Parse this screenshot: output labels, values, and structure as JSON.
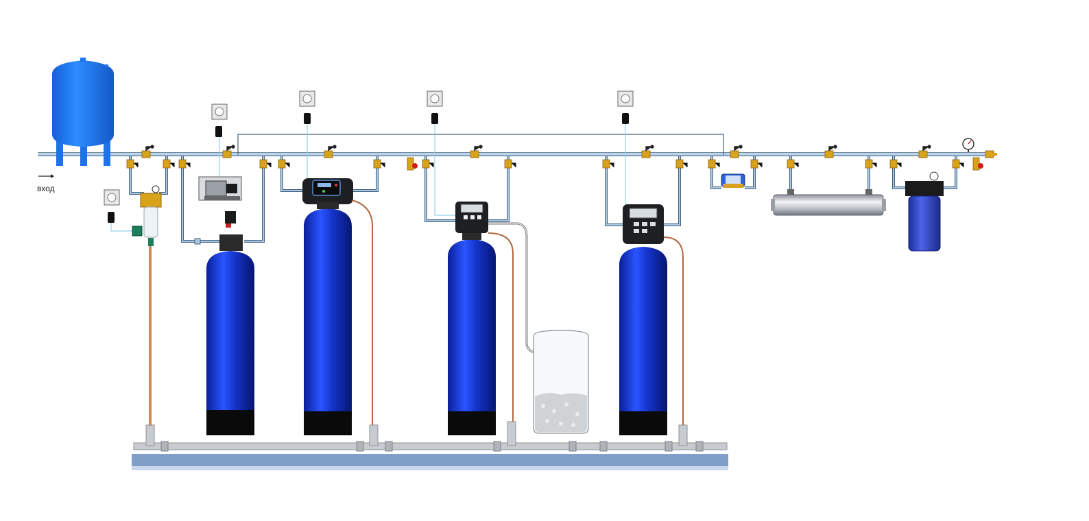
{
  "inlet": {
    "label": "вход",
    "arrow_icon": "arrow-right-icon"
  },
  "colors": {
    "tank_blue": "#1433c8",
    "tank_base": "#0a0a0a",
    "pipe": "#a9c7e2",
    "pipe_outline": "#43627d",
    "valve_brass": "#d8a21a",
    "drain_gray": "#c8ccd0",
    "floor_band": "#7f9fc8",
    "signal_line": "#8fd3f0",
    "expansion_tank": "#1e73e8"
  },
  "components": [
    {
      "id": "expansion-tank",
      "icon": "expansion-tank-icon"
    },
    {
      "id": "sediment-filter",
      "icon": "filter-housing-icon"
    },
    {
      "id": "compressor",
      "icon": "compressor-icon"
    },
    {
      "id": "aeration-tank",
      "icon": "pressure-tank-icon"
    },
    {
      "id": "iron-filter",
      "icon": "pressure-tank-icon"
    },
    {
      "id": "softener",
      "icon": "pressure-tank-icon"
    },
    {
      "id": "brine-tank",
      "icon": "brine-tank-icon"
    },
    {
      "id": "carbon-filter",
      "icon": "pressure-tank-icon"
    },
    {
      "id": "flow-meter",
      "icon": "flow-meter-icon"
    },
    {
      "id": "uv-sterilizer",
      "icon": "uv-lamp-icon"
    },
    {
      "id": "cartridge-filter",
      "icon": "cartridge-filter-icon"
    },
    {
      "id": "pressure-gauge",
      "icon": "pressure-gauge-icon"
    }
  ]
}
